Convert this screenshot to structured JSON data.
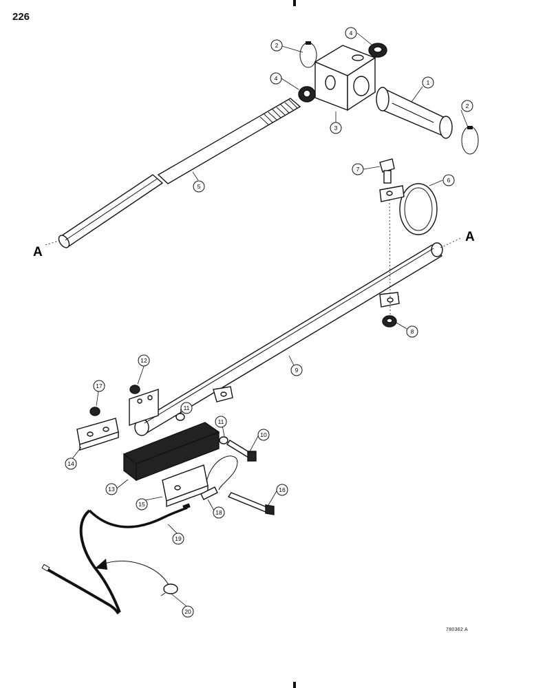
{
  "page_number": "226",
  "drawing_code": "780362 A",
  "reference_letters": {
    "left": "A",
    "right": "A"
  },
  "callouts": {
    "c1": "1",
    "c2a": "2",
    "c2b": "2",
    "c3": "3",
    "c4a": "4",
    "c4b": "4",
    "c5": "5",
    "c6": "6",
    "c7": "7",
    "c8": "8",
    "c9": "9",
    "c10": "10",
    "c11a": "11",
    "c11b": "11",
    "c12": "12",
    "c13": "13",
    "c14": "14",
    "c15": "15",
    "c16": "16",
    "c17": "17",
    "c18": "18",
    "c19": "19",
    "c20": "20"
  }
}
